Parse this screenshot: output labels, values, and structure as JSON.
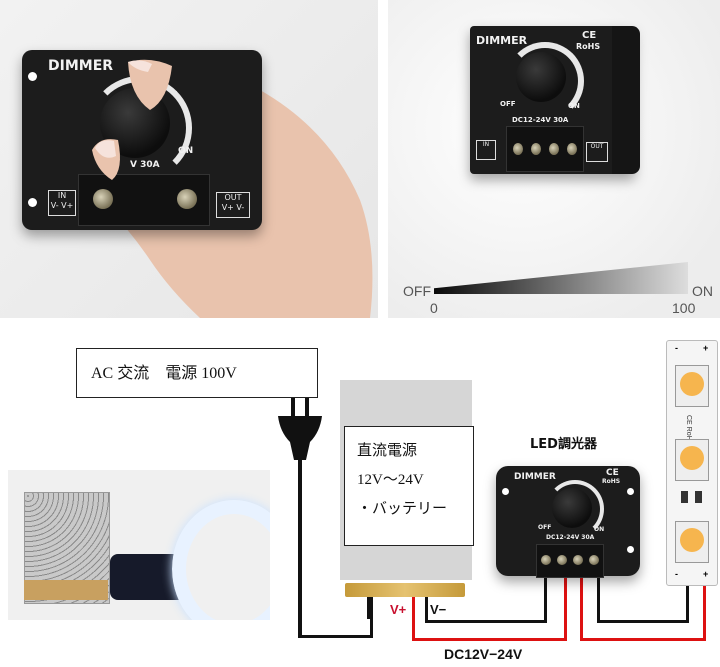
{
  "top_left_photo": {
    "dimmer_label": "DIMMER",
    "on_label": "ON",
    "rating": "V 30A",
    "in_label": "IN",
    "in_pins": "V- V+",
    "out_label": "OUT",
    "out_pins": "V+ V-"
  },
  "top_right_photo": {
    "dimmer_label": "DIMMER",
    "ce_mark": "CE",
    "rohs": "RoHS",
    "off_label": "OFF",
    "on_label": "ON",
    "rating": "DC12-24V 30A",
    "in_label": "IN",
    "out_label": "OUT",
    "scale": {
      "left_label": "OFF",
      "right_label": "ON",
      "min_value": "0",
      "max_value": "100"
    }
  },
  "diagram": {
    "ac_box": "AC 交流　電源 100V",
    "dc_box_line1": "直流電源",
    "dc_box_line2": "12V～24V",
    "dc_box_line3": "・バッテリー",
    "dimmer_title": "LED調光器",
    "dimmer_label": "DIMMER",
    "ce_mark": "CE",
    "rohs": "RoHS",
    "off_label": "OFF",
    "on_label": "ON",
    "rating": "DC12-24V 30A",
    "vplus_label": "V+",
    "vminus_label": "V−",
    "dc_voltage_label": "DC12V−24V",
    "strip_minus": "-",
    "strip_plus": "+",
    "strip_mark": "CE RoHS"
  },
  "colors": {
    "wire_red": "#d11111",
    "wire_black": "#111111",
    "led_amber": "#f6b54e"
  }
}
